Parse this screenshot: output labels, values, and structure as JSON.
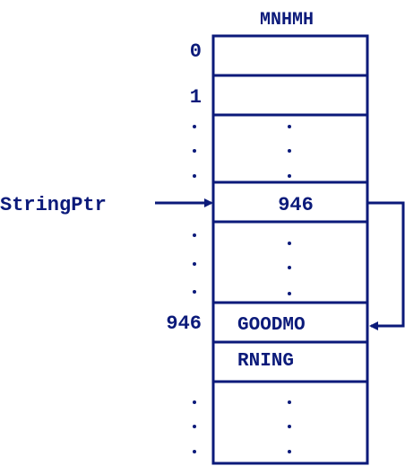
{
  "title": "MNHMH",
  "pointer_label": "StringPtr",
  "rows": [
    {
      "addr": "0",
      "value": ""
    },
    {
      "addr": "1",
      "value": ""
    },
    {
      "addr": "",
      "value": "",
      "dots": true
    },
    {
      "addr": "",
      "value": "946"
    },
    {
      "addr": "",
      "value": "",
      "dots": true
    },
    {
      "addr": "946",
      "value": "GOODMO"
    },
    {
      "addr": "",
      "value": "RNING"
    },
    {
      "addr": "",
      "value": "",
      "dots": true
    }
  ],
  "colors": {
    "ink": "#0b1a7a"
  }
}
